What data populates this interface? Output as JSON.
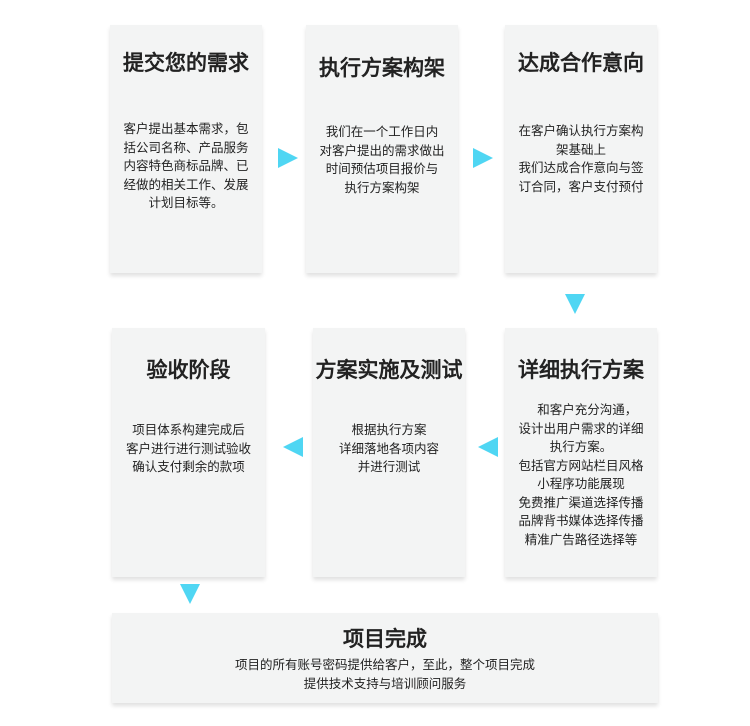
{
  "steps": [
    {
      "title": "提交您的需求",
      "desc": "客户提出基本需求，包\n括公司名称、产品服务\n内容特色商标品牌、已\n经做的相关工作、发展\n计划目标等。"
    },
    {
      "title": "执行方案构架",
      "desc": "我们在一个工作日内\n对客户提出的需求做出\n时间预估项目报价与\n执行方案构架"
    },
    {
      "title": "达成合作意向",
      "desc": "在客户确认执行方案构\n架基础上\n我们达成合作意向与签\n订合同，客户支付预付"
    },
    {
      "title": "详细执行方案",
      "desc": "　和客户充分沟通，\n设计出用户需求的详细\n执行方案。\n包括官方网站栏目风格\n小程序功能展现\n免费推广渠道选择传播\n品牌背书媒体选择传播\n精准广告路径选择等"
    },
    {
      "title": "方案实施及测试",
      "desc": "根据执行方案\n详细落地各项内容\n并进行测试"
    },
    {
      "title": "验收阶段",
      "desc": "项目体系构建完成后\n客户进行进行测试验收\n确认支付剩余的款项"
    }
  ],
  "final": {
    "title": "项目完成",
    "desc": "项目的所有账号密码提供给客户，至此，整个项目完成\n提供技术支持与培训顾问服务"
  },
  "accent": "#4fd6f3"
}
